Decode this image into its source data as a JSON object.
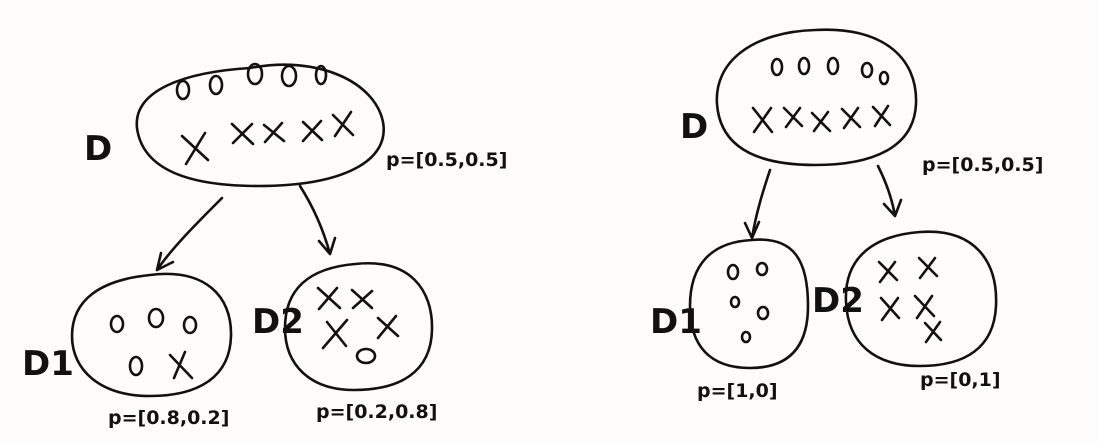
{
  "colors": {
    "ink": "#111111",
    "paper": "#fdfcfa"
  },
  "trees": [
    {
      "root": {
        "label": "D",
        "p": "p=[0.5,0.5]",
        "circles": 5,
        "crosses": 5
      },
      "left": {
        "label": "D1",
        "p": "p=[0.8,0.2]",
        "circles": 4,
        "crosses": 1
      },
      "right": {
        "label": "D2",
        "p": "p=[0.2,0.8]",
        "circles": 1,
        "crosses": 4
      }
    },
    {
      "root": {
        "label": "D",
        "p": "p=[0.5,0.5]",
        "circles": 5,
        "crosses": 5
      },
      "left": {
        "label": "D1",
        "p": "p=[1,0]",
        "circles": 5,
        "crosses": 0
      },
      "right": {
        "label": "D2",
        "p": "p=[0,1]",
        "circles": 0,
        "crosses": 5
      }
    }
  ]
}
